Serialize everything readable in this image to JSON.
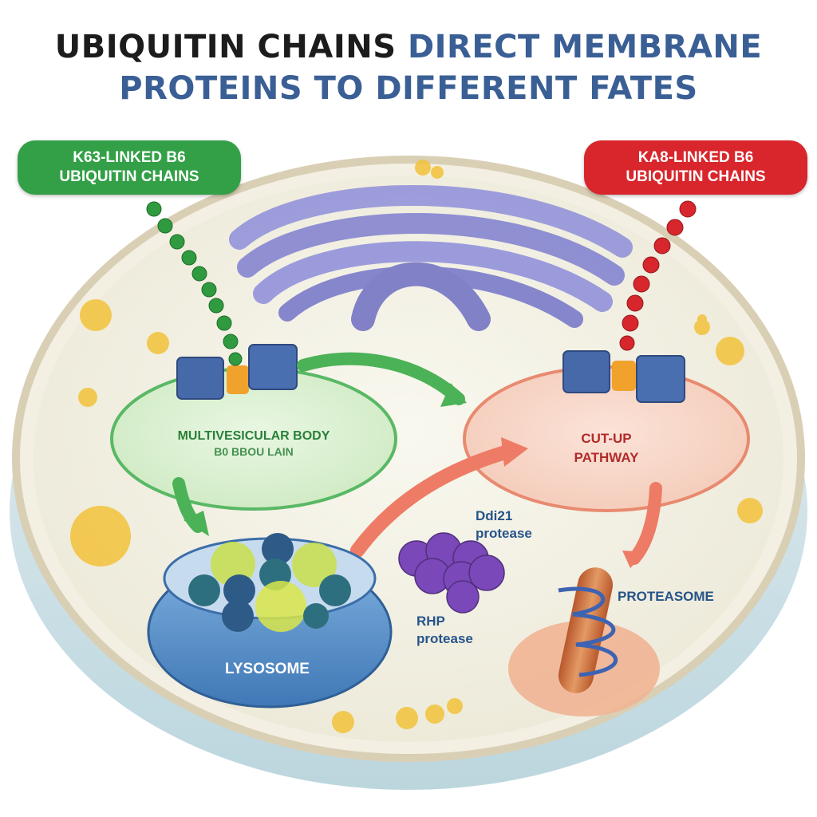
{
  "title": {
    "line1_dark": "UBIQUITIN CHAINS",
    "line1_blue": "DIRECT MEMBRANE",
    "line2": "PROTEINS TO DIFFERENT FATES"
  },
  "callouts": {
    "left_line1": "K63-LINKED B6",
    "left_line2": "UBIQUITIN CHAINS",
    "right_line1": "KA8-LINKED B6",
    "right_line2": "UBIQUITIN CHAINS"
  },
  "compartments": {
    "mvb": "MULTIVESICULAR BODY",
    "mvb_sub": "B0 BBOU LAIN",
    "cut_line1": "CUT-UP",
    "cut_line2": "PATHWAY",
    "lysosome": "LYSOSOME",
    "proteasome": "PROTEASOME"
  },
  "proteases": {
    "top_line1": "Ddi21",
    "top_line2": "protease",
    "bottom_line1": "RHP",
    "bottom_line2": "protease"
  },
  "colors": {
    "k63_green": "#33a047",
    "k48_red": "#d8262c",
    "title_blue": "#3a5f95",
    "lysosome_blue": "#5a8ec7",
    "protease_purple": "#7a48b8"
  }
}
